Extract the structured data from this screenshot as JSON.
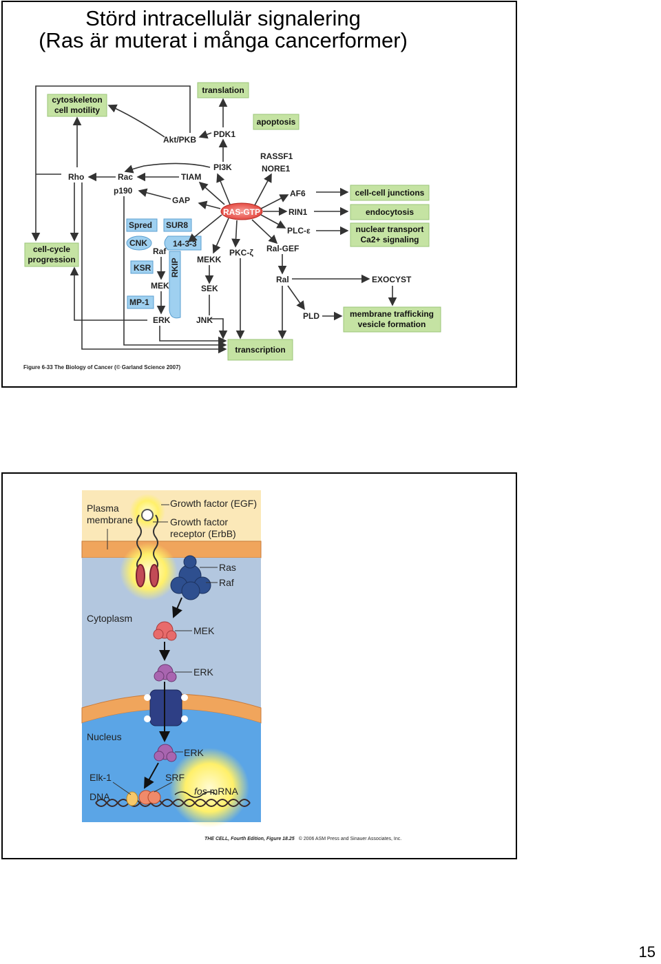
{
  "title": {
    "line1": "Störd intracellulär signalering",
    "line2": "(Ras är muterat i många cancerformer)"
  },
  "diagram1": {
    "center": "RAS-GTP",
    "boxes": {
      "cytoskeleton_1": "cytoskeleton",
      "cytoskeleton_2": "cell motility",
      "translation": "translation",
      "apoptosis": "apoptosis",
      "cell_cycle_1": "cell-cycle",
      "cell_cycle_2": "progression",
      "cell_cell": "cell-cell junctions",
      "endocytosis": "endocytosis",
      "nuclear_1": "nuclear transport",
      "nuclear_2": "Ca2+ signaling",
      "membrane_1": "membrane trafficking",
      "membrane_2": "vesicle formation",
      "transcription": "transcription"
    },
    "labels": {
      "akt": "Akt/PKB",
      "pdk1": "PDK1",
      "pi3k": "PI3K",
      "rassf1": "RASSF1",
      "nore1": "NORE1",
      "rho": "Rho",
      "rac": "Rac",
      "tiam": "TIAM",
      "p190": "p190",
      "gap": "GAP",
      "af6": "AF6",
      "rin1": "RIN1",
      "plc": "PLC-ε",
      "spred": "Spred",
      "sur8": "SUR8",
      "cnk": "CNK",
      "p1433": "14-3-3",
      "raf": "Raf",
      "ksr": "KSR",
      "rkip": "RKIP",
      "mekk": "MEKK",
      "pkc": "PKC-ζ",
      "ralgef": "Ral-GEF",
      "mek": "MEK",
      "sek": "SEK",
      "ral": "Ral",
      "exocyst": "EXOCYST",
      "mp1": "MP-1",
      "erk": "ERK",
      "jnk": "JNK",
      "pld": "PLD"
    },
    "caption": "Figure 6-33 The Biology of Cancer (© Garland Science 2007)"
  },
  "diagram2": {
    "labels": {
      "plasma_1": "Plasma",
      "plasma_2": "membrane",
      "gf": "Growth factor (EGF)",
      "gfr_1": "Growth factor",
      "gfr_2": "receptor (ErbB)",
      "ras": "Ras",
      "raf": "Raf",
      "cytoplasm": "Cytoplasm",
      "mek": "MEK",
      "erk1": "ERK",
      "nucleus": "Nucleus",
      "erk2": "ERK",
      "elk": "Elk-1",
      "srf": "SRF",
      "dna": "DNA",
      "fos_italic": "fos",
      "fos_rest": " mRNA"
    },
    "caption_bold": "THE CELL, Fourth Edition, Figure 18.25",
    "caption_rest": "© 2006 ASM Press and Sinauer Associates, Inc."
  },
  "page_number": "15",
  "colors": {
    "box_green": "#c5e3a3",
    "ras_red": "#e8504a",
    "cyto_blue": "#b3c7df",
    "nucleus_blue": "#5ba5e6",
    "membrane_orange": "#f0a55c"
  }
}
